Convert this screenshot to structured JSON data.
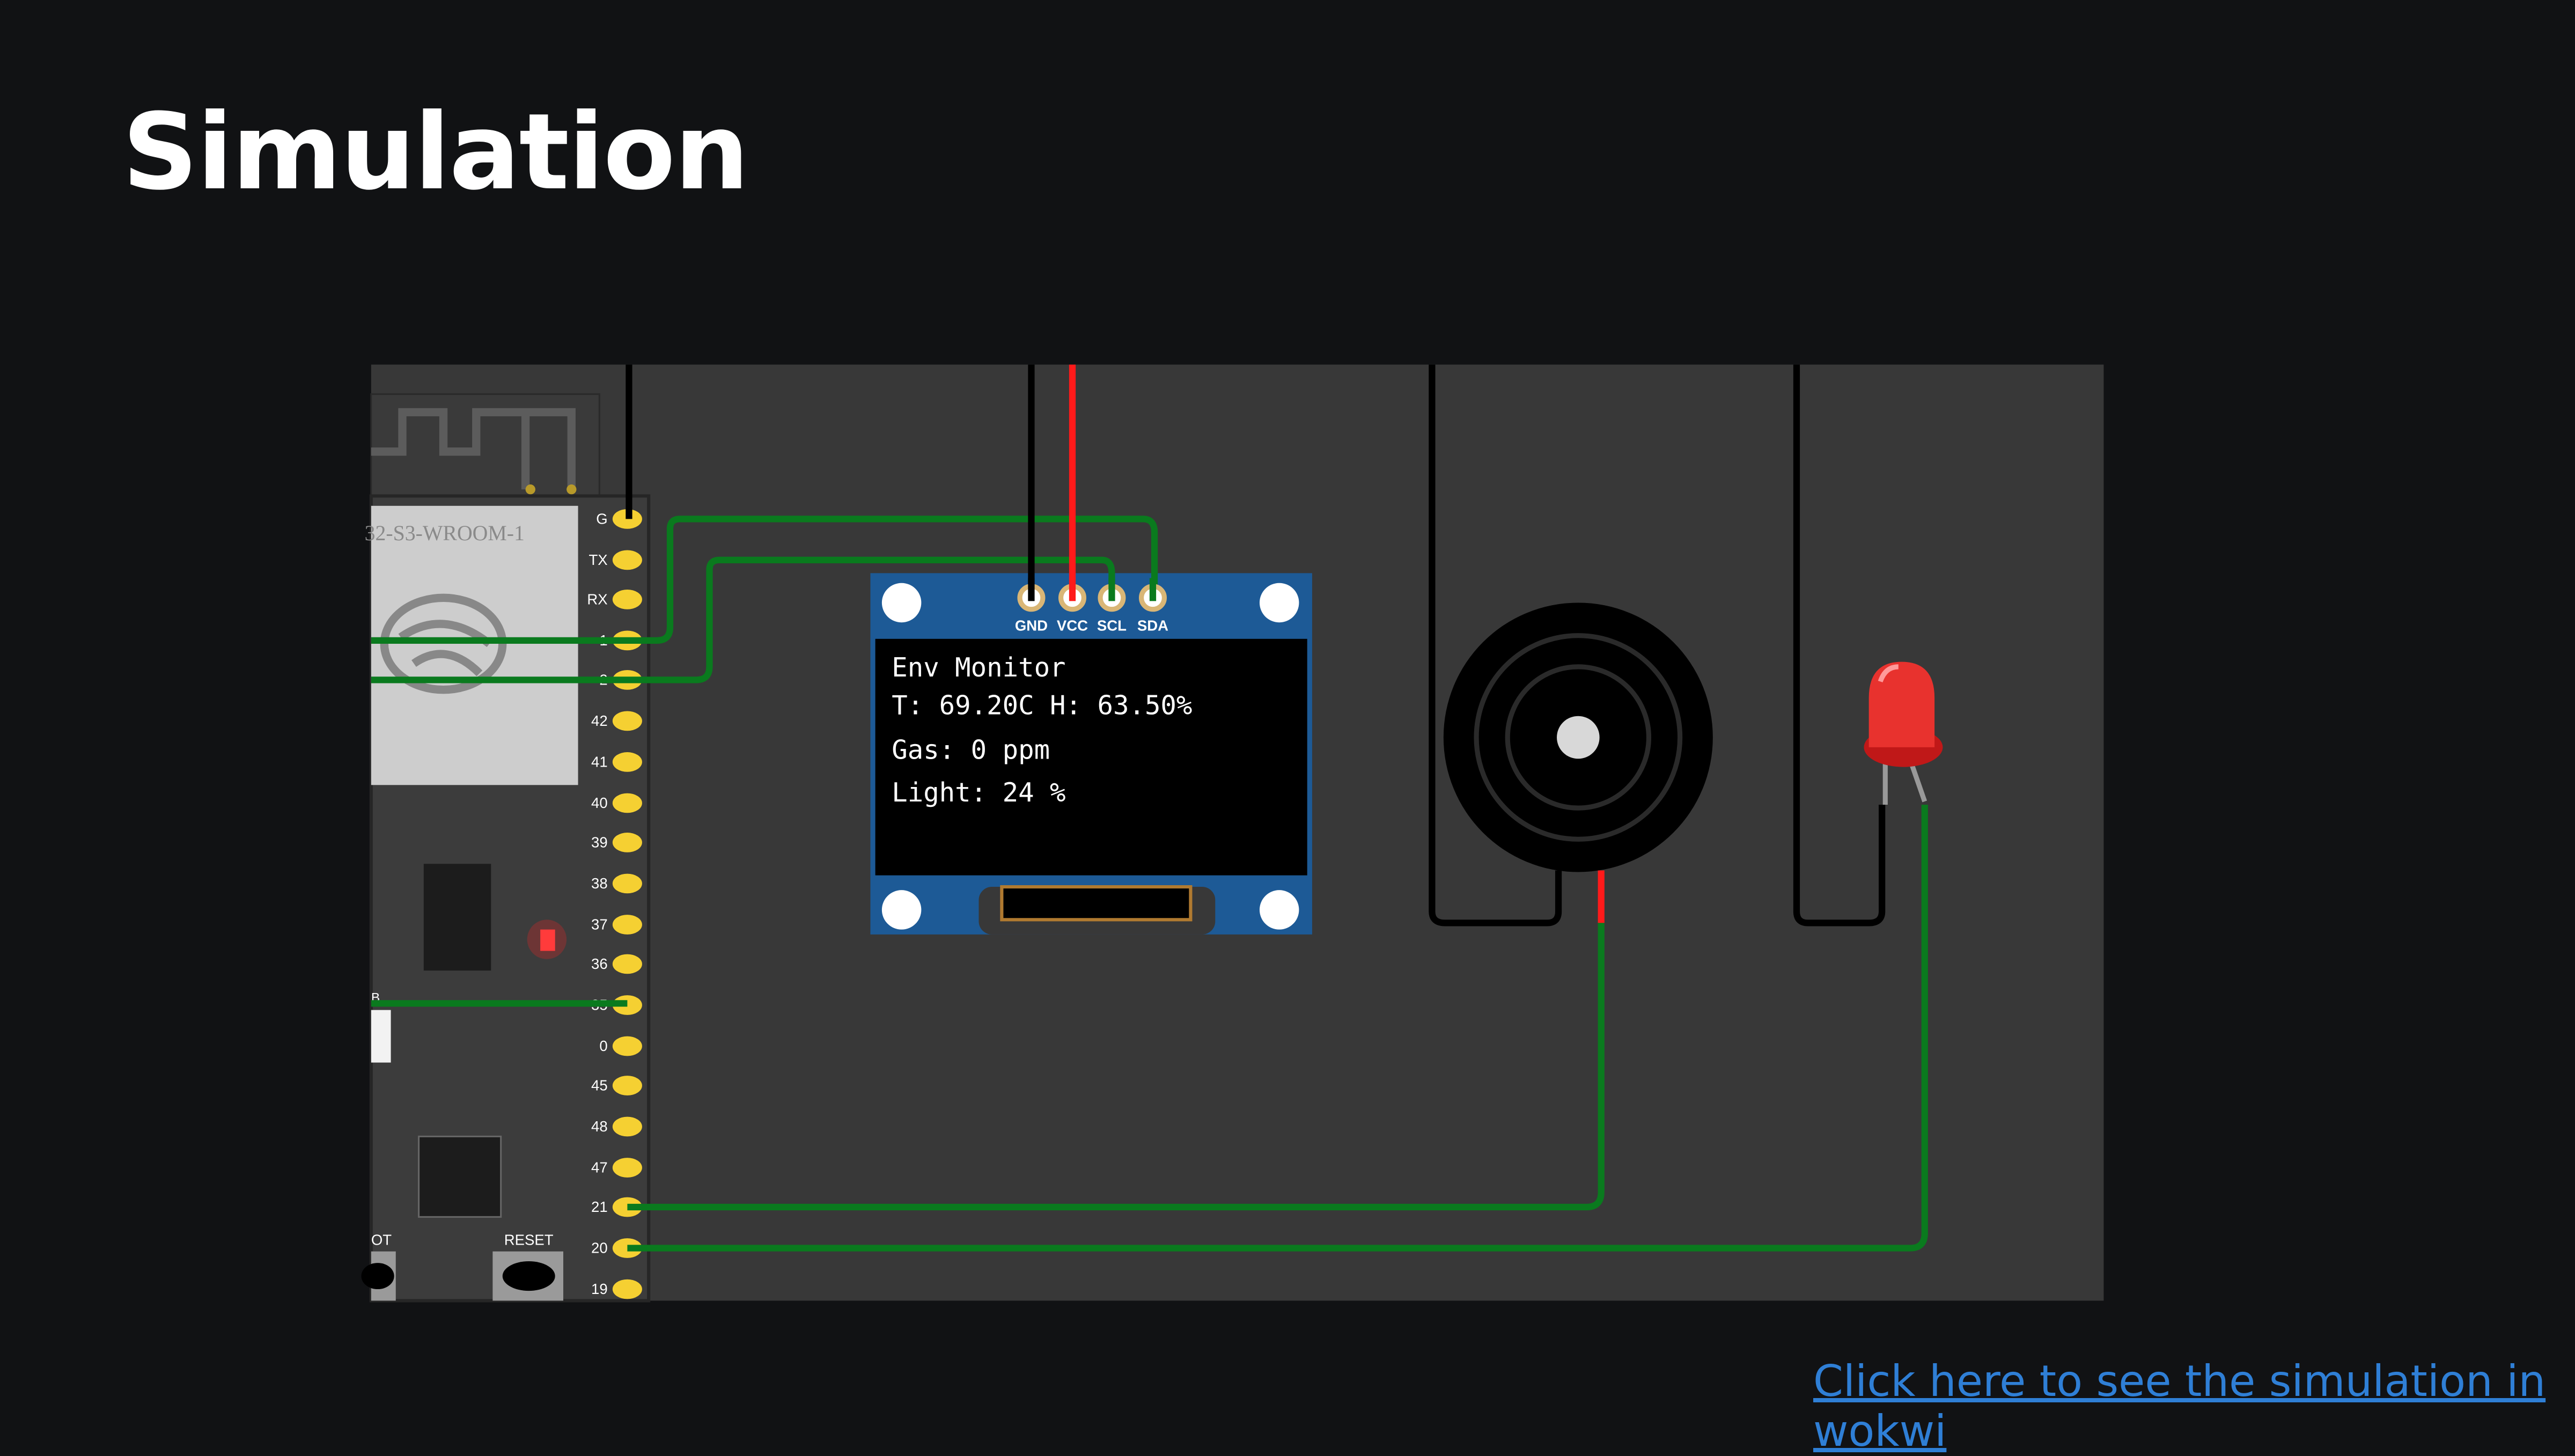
{
  "page": {
    "title": "Simulation",
    "link_text": "Click here to see the simulation in wokwi"
  },
  "esp32": {
    "module_label": "32-S3-WROOM-1",
    "pins": [
      "G",
      "TX",
      "RX",
      "1",
      "2",
      "42",
      "41",
      "40",
      "39",
      "38",
      "37",
      "36",
      "35",
      "0",
      "45",
      "48",
      "47",
      "21",
      "20",
      "19"
    ],
    "boot_label": "OT",
    "reset_label": "RESET",
    "side_label": "B"
  },
  "oled": {
    "pins": [
      "GND",
      "VCC",
      "SCL",
      "SDA"
    ],
    "lines": [
      "Env Monitor",
      "T: 69.20C H: 63.50%",
      "Gas: 0 ppm",
      "Light: 24 %"
    ]
  },
  "colors": {
    "background": "#111214",
    "canvas": "#383838",
    "wire_green": "#0a7a1e",
    "wire_red": "#ff1a1a",
    "pin_yellow": "#f5d032",
    "oled_board": "#1d5a96"
  }
}
